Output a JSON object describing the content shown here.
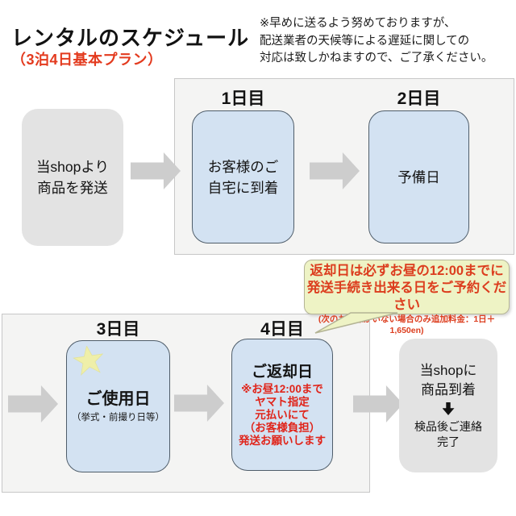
{
  "header": {
    "title": "レンタルのスケジュール",
    "subtitle": "（3泊4日基本プラン）",
    "note": "※早めに送るよう努めておりますが、\n配送業者の天候等による遅延に関しての\n対応は致しかねますので、ご了承ください。"
  },
  "flow": {
    "ship_box": {
      "label": "当shopより\n商品を発送"
    },
    "day1": {
      "label": "1日目",
      "box": "お客様のご\n自宅に到着"
    },
    "day2": {
      "label": "2日目",
      "box": "予備日"
    },
    "day3": {
      "label": "3日目",
      "title": "ご使用日",
      "sub": "（挙式・前撮り日等）"
    },
    "day4": {
      "label": "4日目",
      "title": "ご返却日",
      "note": "※お昼12:00まで\nヤマト指定\n元払いにて\n（お客様負担）\n発送お願いします"
    },
    "arrival_box": {
      "line1": "当shopに\n商品到着",
      "line2": "検品後ご連絡\n完了"
    }
  },
  "callout": {
    "line1": "返却日は必ずお昼の12:00までに",
    "line2": "発送手続き出来る日をご予約ください",
    "line3": "(次のお客様がいない場合のみ追加料金：1日＋1,650en)"
  },
  "colors": {
    "accent_red": "#e33a1e",
    "box_note_red": "#e0241a",
    "callout_red": "#dc3d1e",
    "blue_fill": "#d3e2f2",
    "blue_border": "#4f5d6a",
    "gray_fill": "#e3e3e3",
    "panel_fill": "#f4f4f3",
    "arrow_gray": "#cdcdcd",
    "callout_fill": "#eef3c5",
    "callout_border": "#b5b596",
    "star_yellow": "#efefa9"
  },
  "icons": {
    "right_arrow": "thick gray right arrow",
    "down_arrow": "black down arrow",
    "star": "pale yellow five-point star"
  }
}
